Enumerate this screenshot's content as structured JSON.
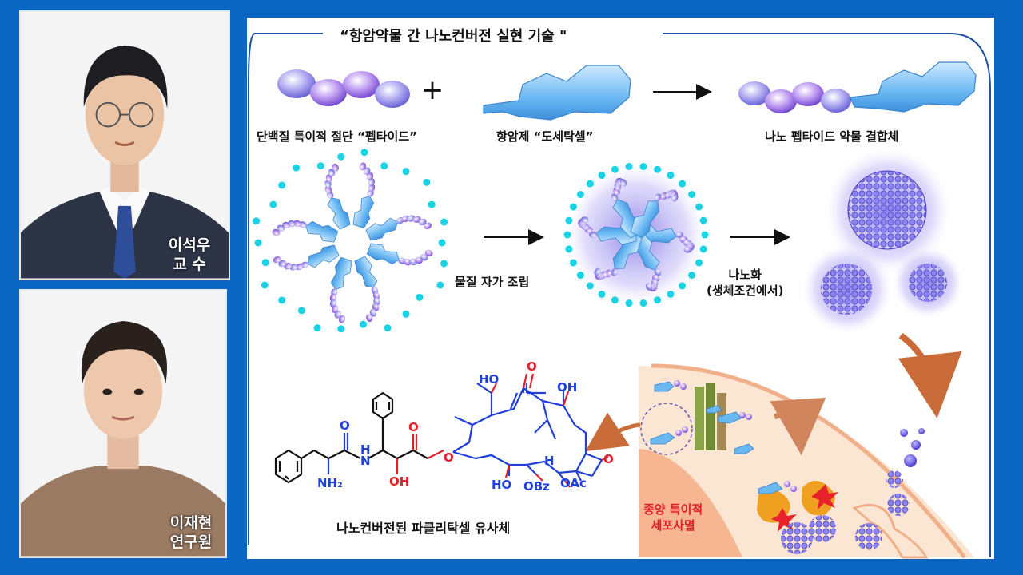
{
  "title": "“항암약물 간 나노컨버전 실현 기술 \"",
  "people": [
    {
      "name": "이석우",
      "role": "교 수"
    },
    {
      "name": "이재현",
      "role": "연구원"
    }
  ],
  "labels": {
    "peptide": "단백질 특이적 절단 “펩타이드”",
    "drug": "항암제 “도세탁셀”",
    "conjugate": "나노 펩타이드 약물 결합체",
    "self_assembly": "물질 자가 조립",
    "nanoization_1": "나노화",
    "nanoization_2": "(생체조건에서)",
    "analog": "나노컨버전된 파클리탁셀 유사체",
    "tumor_death_1": "종양 특이적",
    "tumor_death_2": "세포사멸"
  },
  "chem_labels": {
    "ho1": "HO",
    "o1": "O",
    "oh1": "OH",
    "o_carbonyl": "O",
    "nh2": "NH₂",
    "nh": "H",
    "n": "N",
    "oh2": "OH",
    "o_ester": "O",
    "ho2": "HO",
    "obz": "OBz",
    "oac": "OAc",
    "h": "H",
    "o_ring": "O",
    "o_amide": "O"
  },
  "symbols": {
    "plus": "+"
  },
  "colors": {
    "background": "#0a66c2",
    "peptide_purple": "#9b6fe0",
    "drug_blue": "#5fb6f2",
    "dot_cyan": "#19d3e6",
    "structure_blue": "#1f3fd8",
    "structure_red": "#e0202a",
    "arrow_orange": "#c96c3a"
  }
}
